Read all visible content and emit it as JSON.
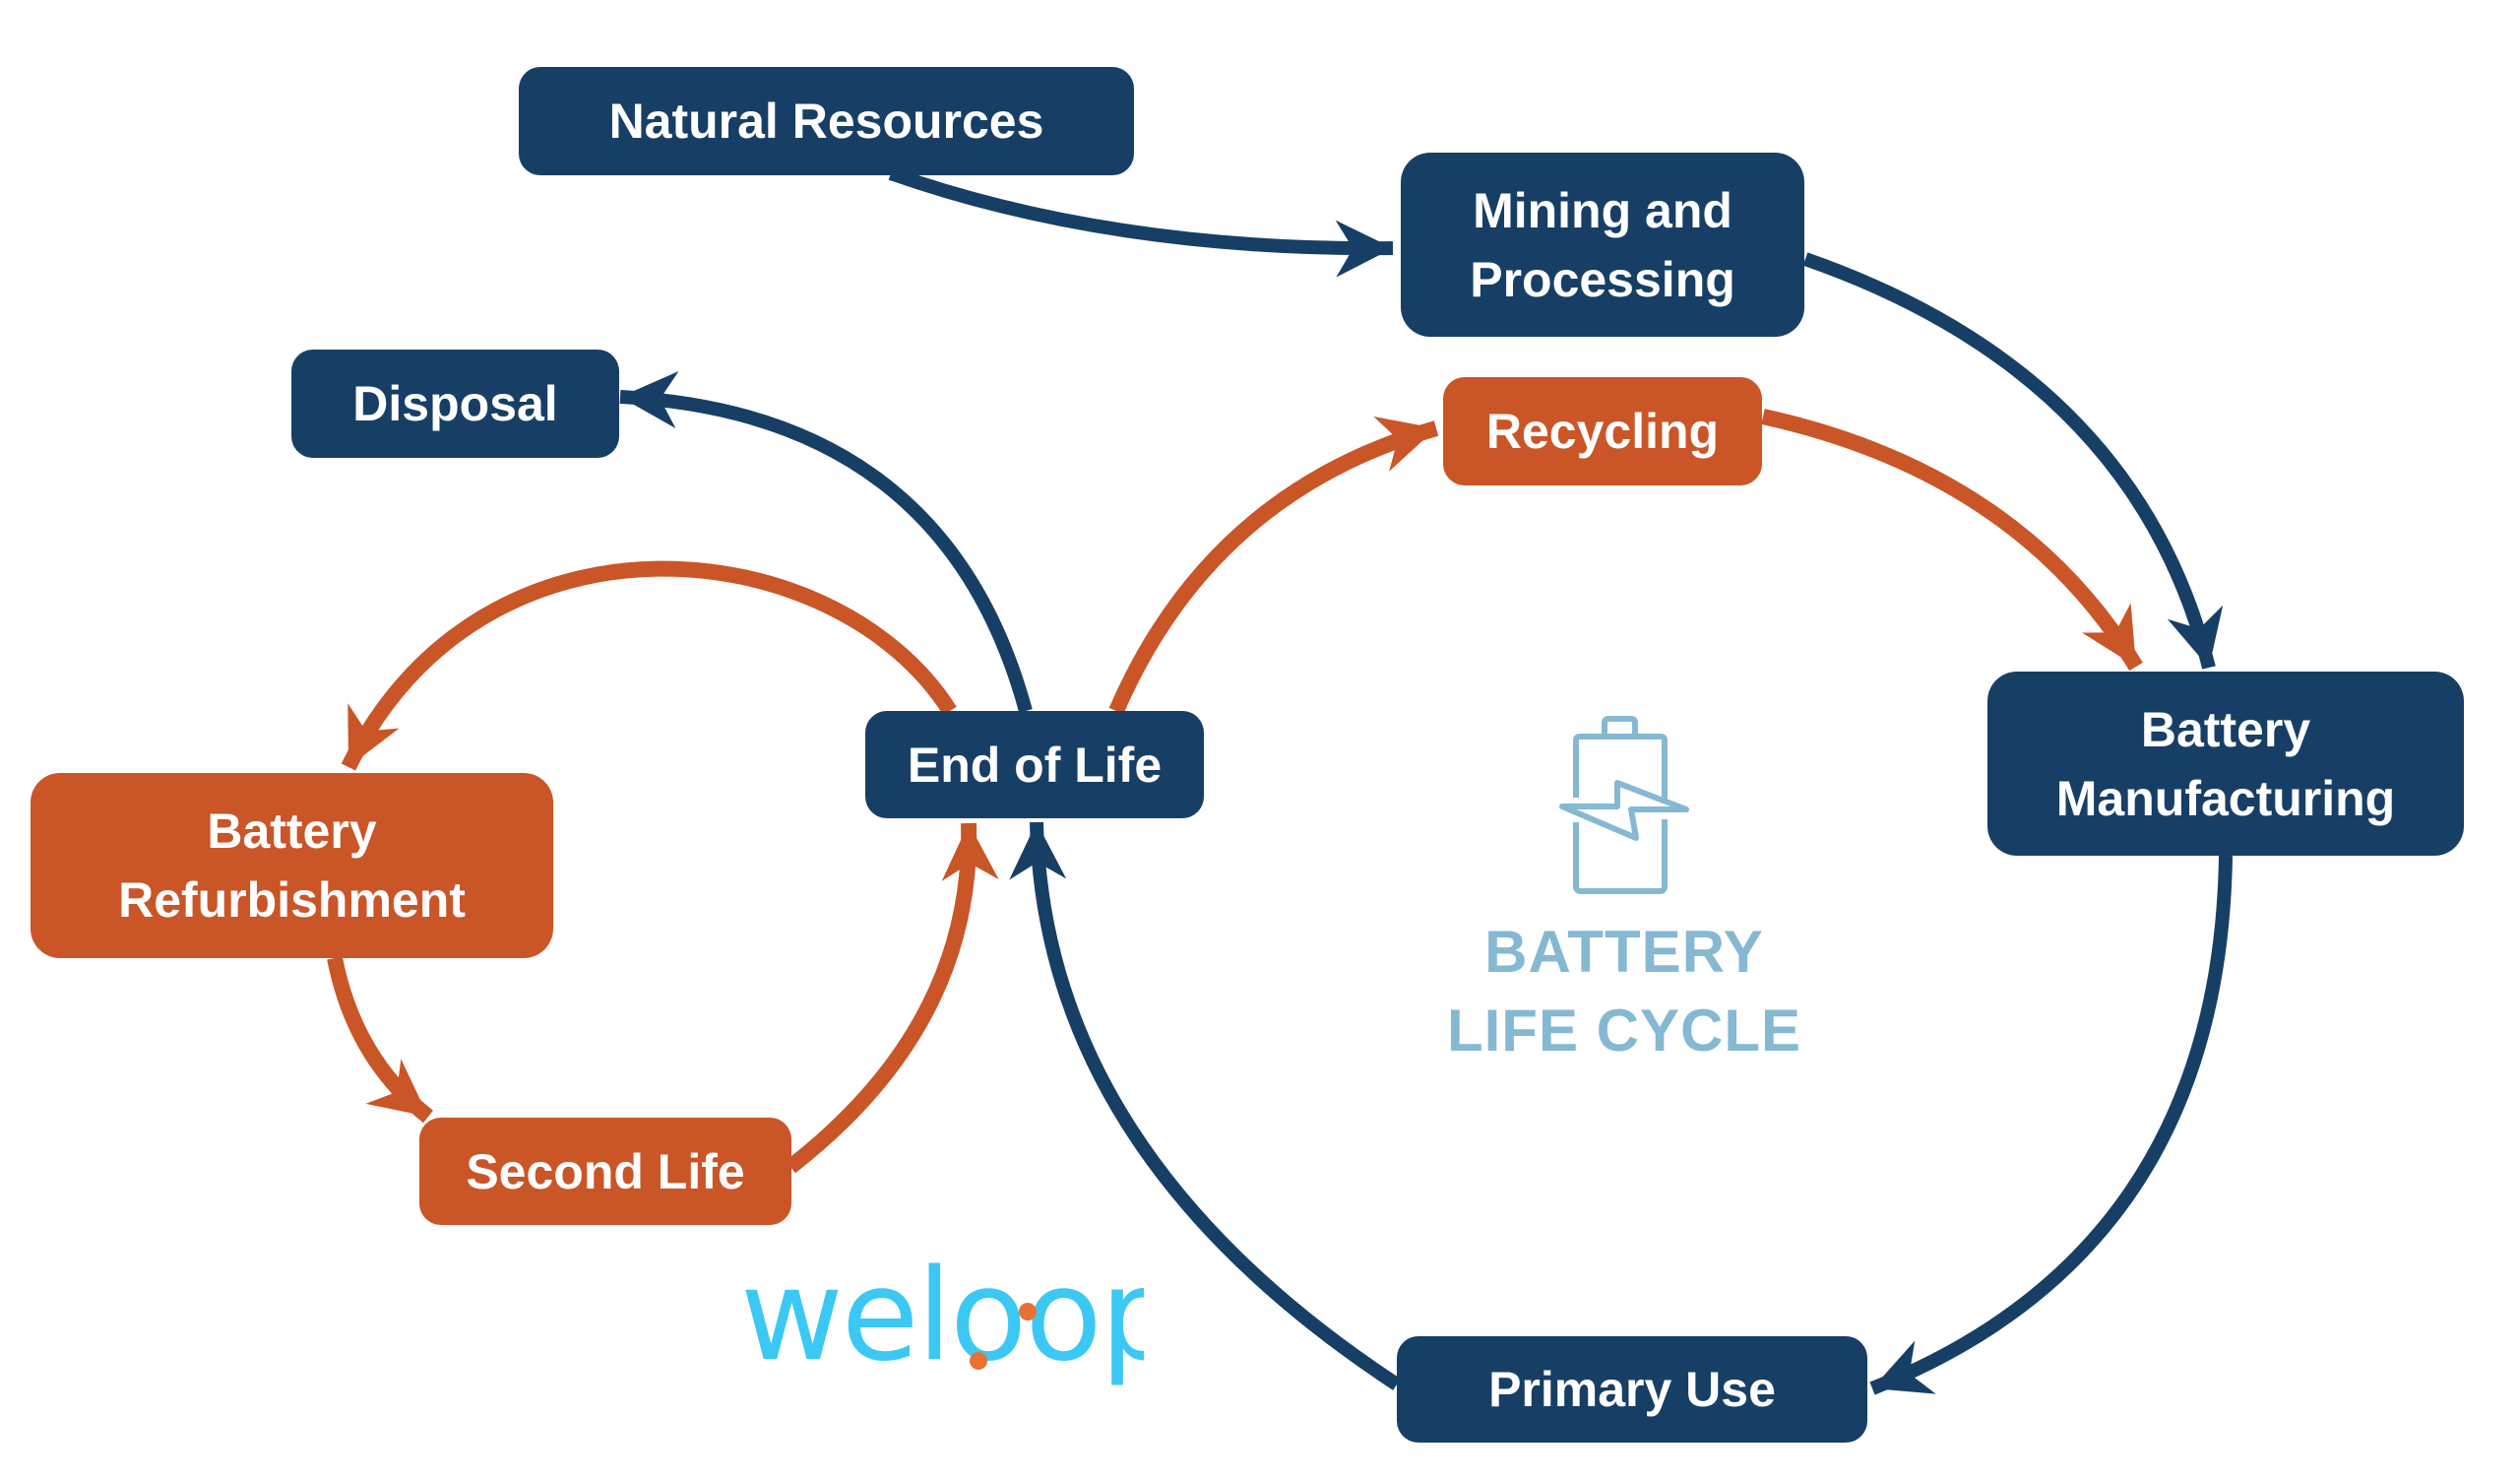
{
  "diagram": {
    "title_line1": "BATTERY",
    "title_line2": "LIFE CYCLE",
    "center_icon": "battery-charging-icon",
    "logo_text": "weloop",
    "colors": {
      "primary_flow": "#173F66",
      "circular_flow": "#CA5527",
      "title": "#85B8D3",
      "logo": "#3CC8F4",
      "logo_accent": "#E87234",
      "node_text": "#FFFFFF"
    },
    "nodes": [
      {
        "id": "natural-resources",
        "label": "Natural Resources",
        "type": "primary"
      },
      {
        "id": "mining",
        "label_lines": [
          "Mining and",
          "Processing"
        ],
        "type": "primary"
      },
      {
        "id": "manufacturing",
        "label_lines": [
          "Battery",
          "Manufacturing"
        ],
        "type": "primary"
      },
      {
        "id": "primary-use",
        "label": "Primary Use",
        "type": "primary"
      },
      {
        "id": "end-of-life",
        "label": "End of Life",
        "type": "primary"
      },
      {
        "id": "disposal",
        "label": "Disposal",
        "type": "primary"
      },
      {
        "id": "recycling",
        "label": "Recycling",
        "type": "circular"
      },
      {
        "id": "refurbishment",
        "label_lines": [
          "Battery",
          "Refurbishment"
        ],
        "type": "circular"
      },
      {
        "id": "second-life",
        "label": "Second Life",
        "type": "circular"
      }
    ],
    "edges": [
      {
        "from": "Natural Resources",
        "to": "Mining and Processing",
        "type": "primary"
      },
      {
        "from": "Mining and Processing",
        "to": "Battery Manufacturing",
        "type": "primary"
      },
      {
        "from": "Battery Manufacturing",
        "to": "Primary Use",
        "type": "primary"
      },
      {
        "from": "Primary Use",
        "to": "End of Life",
        "type": "primary"
      },
      {
        "from": "End of Life",
        "to": "Disposal",
        "type": "primary"
      },
      {
        "from": "End of Life",
        "to": "Recycling",
        "type": "circular"
      },
      {
        "from": "Recycling",
        "to": "Battery Manufacturing",
        "type": "circular"
      },
      {
        "from": "End of Life",
        "to": "Battery Refurbishment",
        "type": "circular"
      },
      {
        "from": "Battery Refurbishment",
        "to": "Second Life",
        "type": "circular"
      },
      {
        "from": "Second Life",
        "to": "End of Life",
        "type": "circular"
      }
    ]
  }
}
